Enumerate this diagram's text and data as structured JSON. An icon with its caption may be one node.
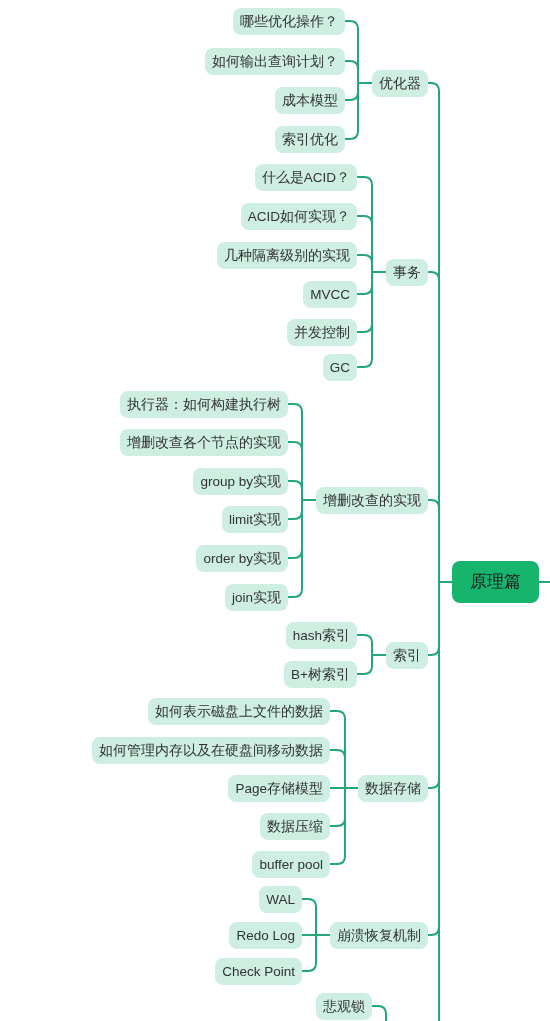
{
  "diagram": {
    "nodes": [
      {
        "text": [
          "原理篇"
        ]
      },
      {
        "text": [
          "优化器"
        ]
      },
      {
        "text": [
          "哪些优化操作？"
        ]
      },
      {
        "text": [
          "如何输出查询计划？"
        ]
      },
      {
        "text": [
          "成本模型"
        ]
      },
      {
        "text": [
          "索引优化"
        ]
      },
      {
        "text": [
          "事务"
        ]
      },
      {
        "text": [
          "什么是ACID？"
        ]
      },
      {
        "text": [
          "ACID如何实现？"
        ]
      },
      {
        "text": [
          "几种隔离级别的实现"
        ]
      },
      {
        "text": [
          "MVCC"
        ]
      },
      {
        "text": [
          "并发控制"
        ]
      },
      {
        "text": [
          "GC"
        ]
      },
      {
        "text": [
          "增删改查的实现"
        ]
      },
      {
        "text": [
          "执行器：如何构建执行树"
        ]
      },
      {
        "text": [
          "增删改查各个节点的实现"
        ]
      },
      {
        "text": [
          "group by实现"
        ]
      },
      {
        "text": [
          "limit实现"
        ]
      },
      {
        "text": [
          "order by实现"
        ]
      },
      {
        "text": [
          "join实现"
        ]
      },
      {
        "text": [
          "索引"
        ]
      },
      {
        "text": [
          "hash索引"
        ]
      },
      {
        "text": [
          "B+树索引"
        ]
      },
      {
        "text": [
          "数据存储"
        ]
      },
      {
        "text": [
          "如何表示磁盘上文件的数据"
        ]
      },
      {
        "text": [
          "如何管理内存以及在硬盘间移动数据"
        ]
      },
      {
        "text": [
          "Page存储模型"
        ]
      },
      {
        "text": [
          "数据压缩"
        ]
      },
      {
        "text": [
          "buffer pool"
        ]
      },
      {
        "text": [
          "崩溃恢复机制"
        ]
      },
      {
        "text": [
          "WAL"
        ]
      },
      {
        "text": [
          "Redo Log"
        ]
      },
      {
        "text": [
          "Check Point"
        ]
      },
      {
        "text": [
          "悲观锁"
        ]
      }
    ],
    "edges": [
      {
        "from": 0,
        "to": 1,
        "arrow": "none"
      },
      {
        "from": 1,
        "to": 2,
        "arrow": "none"
      },
      {
        "from": 1,
        "to": 3,
        "arrow": "none"
      },
      {
        "from": 1,
        "to": 4,
        "arrow": "none"
      },
      {
        "from": 1,
        "to": 5,
        "arrow": "none"
      },
      {
        "from": 0,
        "to": 6,
        "arrow": "none"
      },
      {
        "from": 6,
        "to": 7,
        "arrow": "none"
      },
      {
        "from": 6,
        "to": 8,
        "arrow": "none"
      },
      {
        "from": 6,
        "to": 9,
        "arrow": "none"
      },
      {
        "from": 6,
        "to": 10,
        "arrow": "none"
      },
      {
        "from": 6,
        "to": 11,
        "arrow": "none"
      },
      {
        "from": 6,
        "to": 12,
        "arrow": "none"
      },
      {
        "from": 0,
        "to": 13,
        "arrow": "none"
      },
      {
        "from": 13,
        "to": 14,
        "arrow": "none"
      },
      {
        "from": 13,
        "to": 15,
        "arrow": "none"
      },
      {
        "from": 13,
        "to": 16,
        "arrow": "none"
      },
      {
        "from": 13,
        "to": 17,
        "arrow": "none"
      },
      {
        "from": 13,
        "to": 18,
        "arrow": "none"
      },
      {
        "from": 13,
        "to": 19,
        "arrow": "none"
      },
      {
        "from": 0,
        "to": 20,
        "arrow": "none"
      },
      {
        "from": 20,
        "to": 21,
        "arrow": "none"
      },
      {
        "from": 20,
        "to": 22,
        "arrow": "none"
      },
      {
        "from": 0,
        "to": 23,
        "arrow": "none"
      },
      {
        "from": 23,
        "to": 24,
        "arrow": "none"
      },
      {
        "from": 23,
        "to": 25,
        "arrow": "none"
      },
      {
        "from": 23,
        "to": 26,
        "arrow": "none"
      },
      {
        "from": 23,
        "to": 27,
        "arrow": "none"
      },
      {
        "from": 23,
        "to": 28,
        "arrow": "none"
      },
      {
        "from": 0,
        "to": 29,
        "arrow": "none"
      },
      {
        "from": 29,
        "to": 30,
        "arrow": "none"
      },
      {
        "from": 29,
        "to": 31,
        "arrow": "none"
      },
      {
        "from": 29,
        "to": 32,
        "arrow": "none"
      },
      {
        "from": 0,
        "to": null,
        "arrow": "none"
      },
      {
        "from": 0,
        "to": null,
        "arrow": "none"
      },
      {
        "from": null,
        "to": 33,
        "arrow": "none"
      }
    ]
  }
}
